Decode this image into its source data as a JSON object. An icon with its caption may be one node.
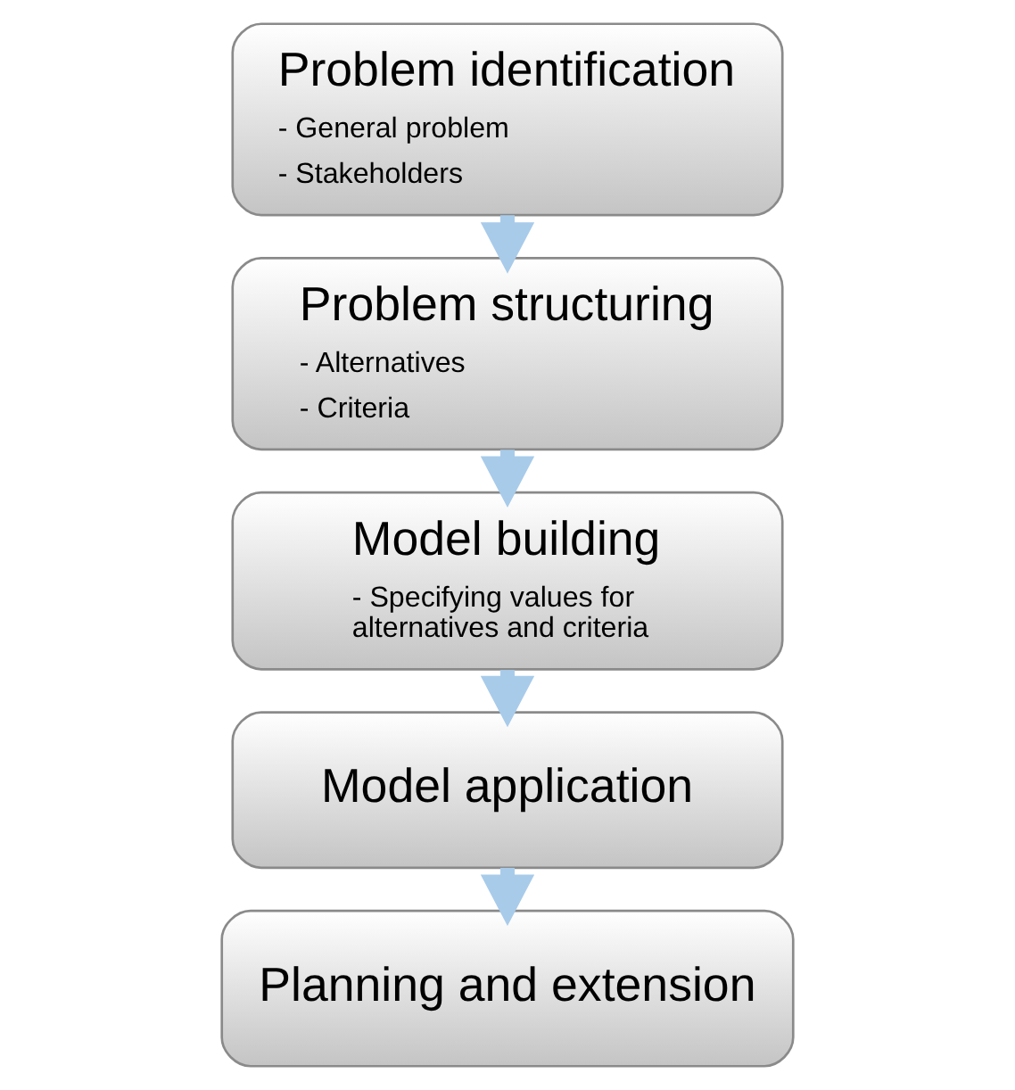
{
  "diagram": {
    "nodes": [
      {
        "text": [
          "Problem identification",
          "- General problem",
          "- Stakeholders"
        ]
      },
      {
        "text": [
          "Problem structuring",
          "- Alternatives",
          "- Criteria"
        ]
      },
      {
        "text": [
          "Model building",
          "- Specifying values for alternatives and criteria"
        ]
      },
      {
        "text": [
          "Model application"
        ]
      },
      {
        "text": [
          "Planning and extension"
        ]
      }
    ],
    "edges": [
      {
        "from": 0,
        "to": 1,
        "arrow": "to"
      },
      {
        "from": 1,
        "to": 2,
        "arrow": "to"
      },
      {
        "from": 2,
        "to": 3,
        "arrow": "to"
      },
      {
        "from": 3,
        "to": 4,
        "arrow": "to"
      }
    ]
  }
}
